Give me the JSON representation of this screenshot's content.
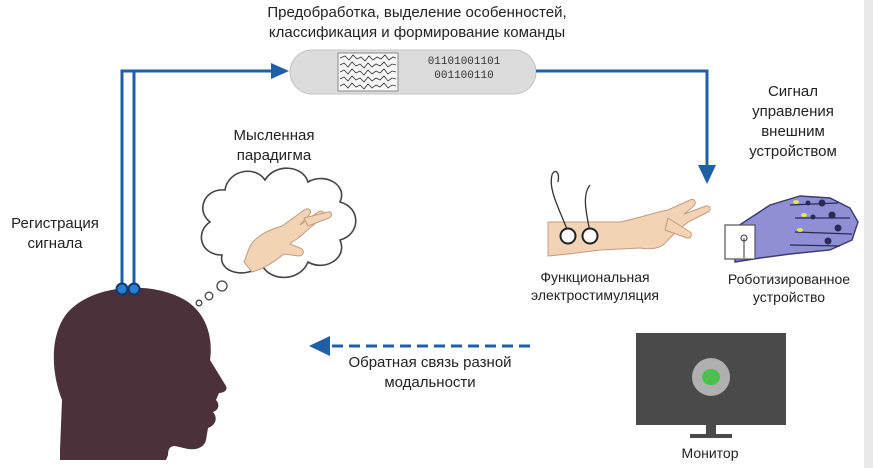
{
  "process": {
    "line1": "Предобработка, выделение особенностей,",
    "line2": "классификация и формирование команды",
    "binary_line1": "01101001101",
    "binary_line2": "001100110"
  },
  "registration": {
    "line1": "Регистрация",
    "line2": "сигнала"
  },
  "paradigm": {
    "line1": "Мысленная",
    "line2": "парадигма"
  },
  "control_signal": {
    "line1": "Сигнал",
    "line2": "управления",
    "line3": "внешним",
    "line4": "устройством"
  },
  "fes": {
    "line1": "Функциональная",
    "line2": "электростимуляция"
  },
  "robot": {
    "line1": "Роботизированное",
    "line2": "устройство"
  },
  "feedback": {
    "line1": "Обратная связь разной",
    "line2": "модальности"
  },
  "monitor": {
    "label": "Монитор"
  },
  "colors": {
    "arrow": "#1f5fa8",
    "head": "#4b3139",
    "skin": "#f2d3b6",
    "robot_body": "#8f8fd6",
    "robot_dark": "#2a2a55",
    "robot_finger_tip": "#e6e65a",
    "monitor": "#4a4a4a",
    "monitor_ring": "#b0b0b0",
    "monitor_dot": "#4cc04c",
    "process_box": "#dcdcdc"
  }
}
